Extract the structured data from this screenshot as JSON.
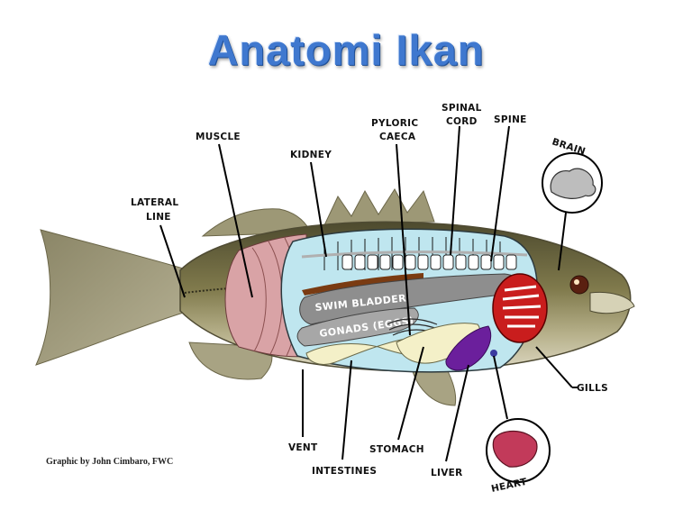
{
  "title": "Anatomi Ikan",
  "credit": "Graphic by John Cimbaro, FWC",
  "labels": {
    "muscle": "MUSCLE",
    "lateral_line_1": "LATERAL",
    "lateral_line_2": "LINE",
    "kidney": "KIDNEY",
    "pyloric_caeca_1": "PYLORIC",
    "pyloric_caeca_2": "CAECA",
    "spinal_cord_1": "SPINAL",
    "spinal_cord_2": "CORD",
    "spine": "SPINE",
    "brain": "BRAIN",
    "swim_bladder": "SWIM BLADDER",
    "gonads": "GONADS (EGGS)",
    "gills": "GILLS",
    "vent": "VENT",
    "intestines": "INTESTINES",
    "stomach": "STOMACH",
    "liver": "LIVER",
    "heart": "HEART"
  },
  "colors": {
    "title": "#3f78cf",
    "body_cavity": "#bfe6ef",
    "muscle": "#d9a3a6",
    "swim_bladder": "#8e8e8e",
    "liver": "#6b1f9c",
    "gills": "#c91d1d",
    "heart": "#c23a5a"
  }
}
